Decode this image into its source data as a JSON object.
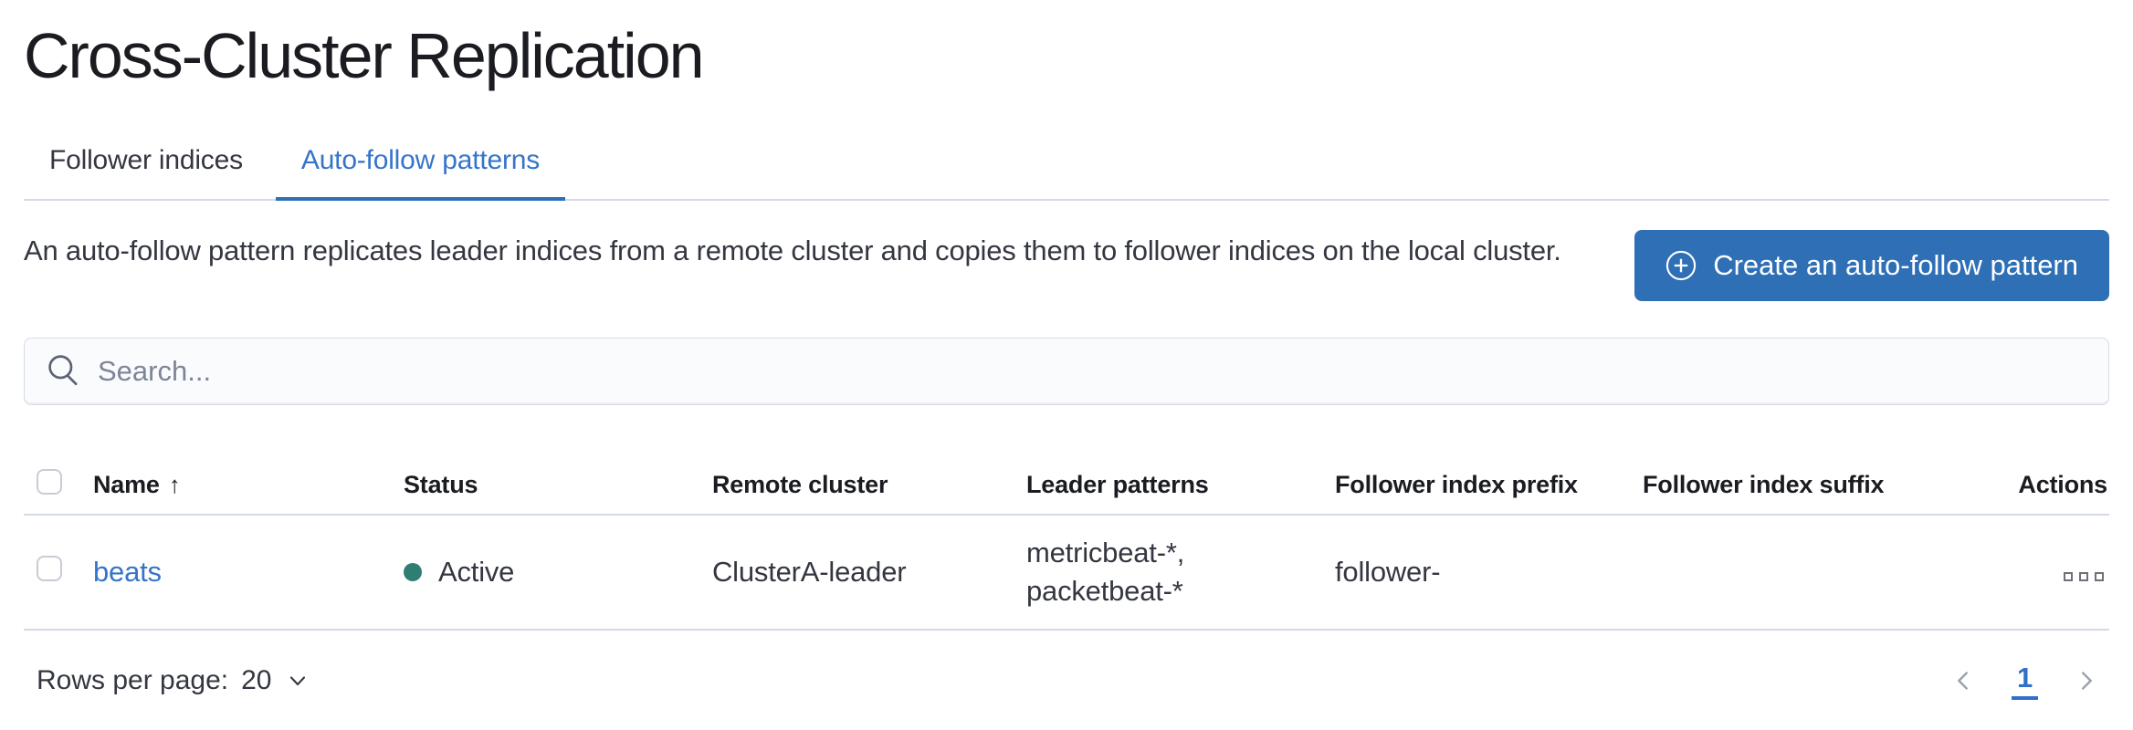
{
  "page": {
    "title": "Cross-Cluster Replication"
  },
  "tabs": [
    {
      "label": "Follower indices",
      "active": false
    },
    {
      "label": "Auto-follow patterns",
      "active": true
    }
  ],
  "intro": {
    "description": "An auto-follow pattern replicates leader indices from a remote cluster and copies them to follower indices on the local cluster.",
    "create_button": {
      "label": "Create an auto-follow pattern",
      "icon": "plus-in-circle-icon"
    }
  },
  "search": {
    "placeholder": "Search...",
    "icon": "search-icon"
  },
  "table": {
    "columns": [
      {
        "label": "Name"
      },
      {
        "label": "Status"
      },
      {
        "label": "Remote cluster"
      },
      {
        "label": "Leader patterns"
      },
      {
        "label": "Follower index prefix"
      },
      {
        "label": "Follower index suffix"
      },
      {
        "label": "Actions"
      }
    ],
    "sort": {
      "column": "Name",
      "direction": "ascending",
      "indicator": "↑"
    },
    "rows": [
      {
        "name": "beats",
        "status": {
          "label": "Active",
          "color": "#2f7e72"
        },
        "remote_cluster": "ClusterA-leader",
        "leader_patterns": "metricbeat-*, packetbeat-*",
        "follower_index_prefix": "follower-",
        "follower_index_suffix": "",
        "actions_icon": "boxes-horizontal-icon"
      }
    ]
  },
  "footer": {
    "rows_per_page_label": "Rows per page:",
    "rows_per_page_value": "20",
    "rows_per_page_icon": "chevron-down-icon",
    "pagination": {
      "prev_icon": "chevron-left-icon",
      "current_page": "1",
      "next_icon": "chevron-right-icon"
    }
  },
  "colors": {
    "primary": "#2e6fb5",
    "link": "#3674c9",
    "status_active_dot": "#2f7e72",
    "border": "#d3dae6",
    "title_text": "#1a1c21",
    "body_text": "#343741",
    "muted_text": "#7d8597"
  }
}
